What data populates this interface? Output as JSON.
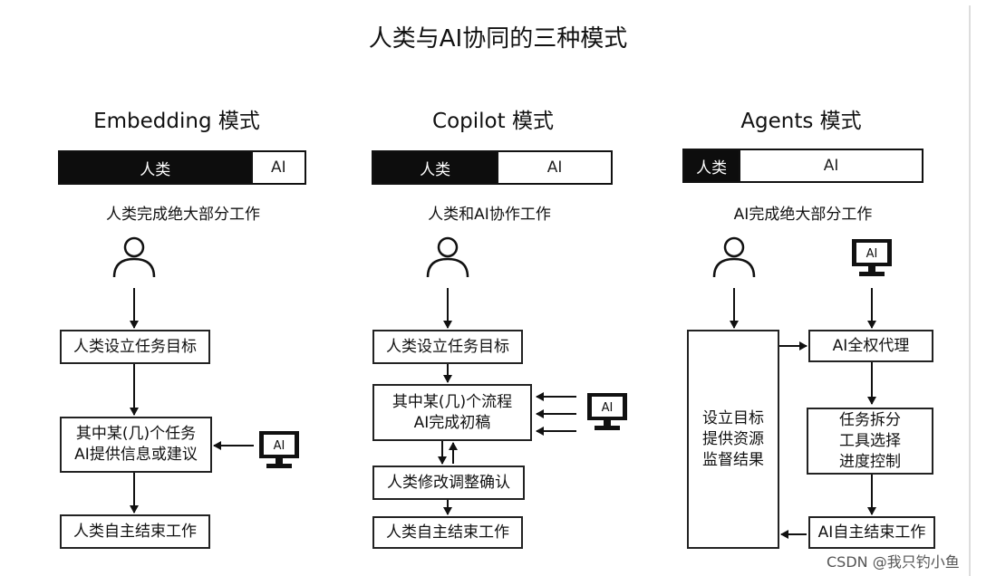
{
  "title": "人类与AI协同的三种模式",
  "modes": [
    {
      "name": "Embedding 模式",
      "bar_human": "人类",
      "bar_ai": "AI",
      "human_ratio": 0.78,
      "description": "人类完成绝大部分工作",
      "steps": [
        "人类设立任务目标",
        "其中某(几)个任务\nAI提供信息或建议",
        "人类自主结束工作"
      ],
      "ai_label": "AI"
    },
    {
      "name": "Copilot 模式",
      "bar_human": "人类",
      "bar_ai": "AI",
      "human_ratio": 0.52,
      "description": "人类和AI协作工作",
      "steps": [
        "人类设立任务目标",
        "其中某(几)个流程\nAI完成初稿",
        "人类修改调整确认",
        "人类自主结束工作"
      ],
      "ai_label": "AI"
    },
    {
      "name": "Agents 模式",
      "bar_human": "人类",
      "bar_ai": "AI",
      "human_ratio": 0.23,
      "description": "AI完成绝大部分工作",
      "human_box": "设立目标\n提供资源\n监督结果",
      "steps": [
        "AI全权代理",
        "任务拆分\n工具选择\n进度控制",
        "AI自主结束工作"
      ],
      "ai_label": "AI"
    }
  ],
  "watermark": "CSDN @我只钓小鱼"
}
